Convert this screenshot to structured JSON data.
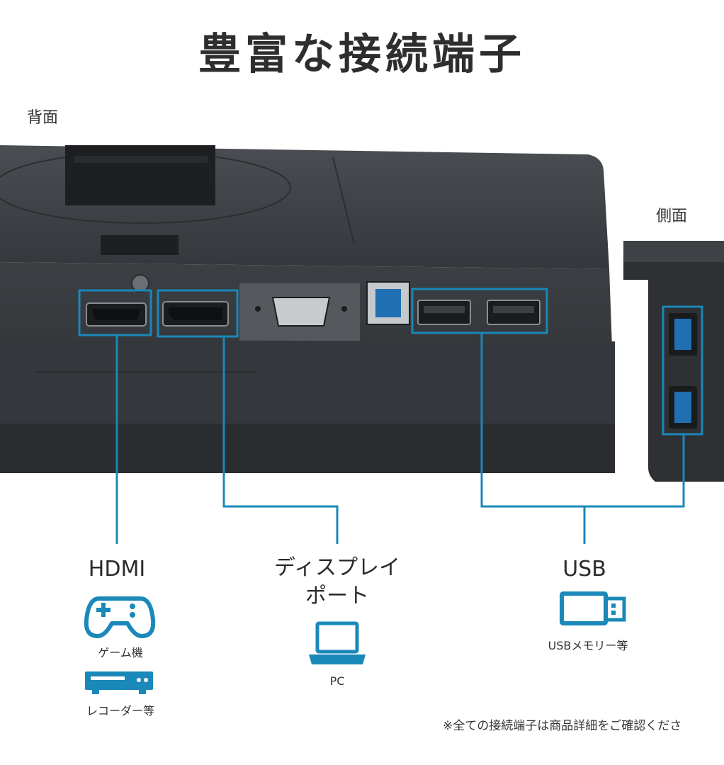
{
  "title": "豊富な接続端子",
  "views": {
    "rear": "背面",
    "side": "側面"
  },
  "ports": {
    "hdmi": {
      "label": "HDMI",
      "devices": [
        "ゲーム機",
        "レコーダー等"
      ],
      "device_icons": [
        "game-controller-icon",
        "recorder-icon"
      ]
    },
    "displayport": {
      "label_line1": "ディスプレイ",
      "label_line2": "ポート",
      "devices": [
        "PC"
      ],
      "device_icons": [
        "laptop-icon"
      ]
    },
    "usb": {
      "label": "USB",
      "devices": [
        "USBメモリー等"
      ],
      "device_icons": [
        "usb-stick-icon"
      ]
    }
  },
  "footnote": "※全ての接続端子は商品詳細をご確認くださ",
  "colors": {
    "accent": "#1a88b8",
    "monitor_body": "#3a3d41",
    "monitor_dark": "#26282b"
  }
}
